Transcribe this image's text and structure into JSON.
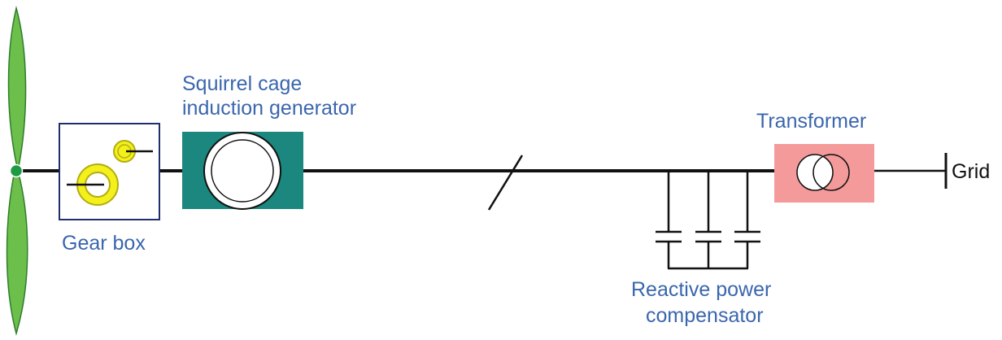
{
  "labels": {
    "generator_line1": "Squirrel cage",
    "generator_line2": "induction generator",
    "gearbox": "Gear box",
    "transformer": "Transformer",
    "compensator_line1": "Reactive power",
    "compensator_line2": "compensator",
    "grid": "Grid"
  },
  "colors": {
    "blade": "#6cbf4a",
    "blade_outline": "#2f7d2c",
    "hub": "#1e9a45",
    "gearbox_border": "#1f2f6e",
    "gear": "#f3f01c",
    "gear_outline": "#b3ad12",
    "generator_box": "#1b877e",
    "transformer_box": "#f49a9a",
    "label_text": "#3a66ad",
    "line": "#111111"
  },
  "icons": [
    "rotor-blade",
    "gear-icon",
    "generator-symbol",
    "transformer-symbol",
    "capacitor-symbol",
    "grid-bus"
  ]
}
